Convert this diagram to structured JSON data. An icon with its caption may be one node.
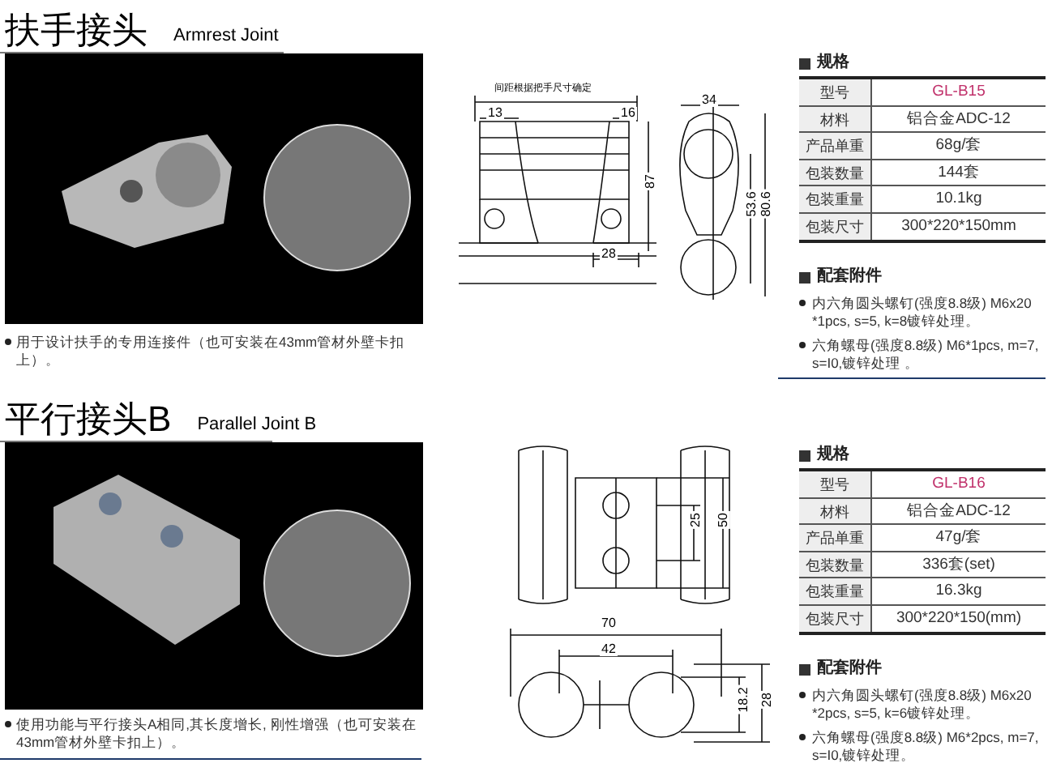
{
  "diagram": {
    "labels": [
      "扶手接头",
      "Armrest Joint",
      "用于设计扶手的专用连接件（也可安装在43mm管材外壁卡扣上）。",
      "间距根据把手尺寸确定",
      "13",
      "16",
      "87",
      "34",
      "28",
      "53.6",
      "80.6",
      "规格",
      "型号",
      "GL-B15",
      "材料",
      "铝合金ADC-12",
      "产品单重",
      "68g/套",
      "包装数量",
      "144套",
      "包装重量",
      "10.1kg",
      "包装尺寸",
      "300*220*150mm",
      "配套附件",
      "内六角圆头螺钉(强度8.8级) M6x20 *1pcs, s=5, k=8镀锌处理。",
      "六角螺母(强度8.8级) M6*1pcs, m=7, s=I0,镀锌处理 。",
      "平行接头B",
      "Parallel Joint B",
      "使用功能与平行接头A相同,其长度增长, 刚性增强（也可安装在43mm管材外壁卡扣上）。",
      "25",
      "50",
      "70",
      "42",
      "18.2",
      "28",
      "规格",
      "型号",
      "GL-B16",
      "材料",
      "铝合金ADC-12",
      "产品单重",
      "47g/套",
      "包装数量",
      "336套(set)",
      "包装重量",
      "16.3kg",
      "包装尺寸",
      "300*220*150(mm)",
      "配套附件",
      "内六角圆头螺钉(强度8.8级) M6x20 *2pcs, s=5, k=6镀锌处理。",
      "六角螺母(强度8.8级) M6*2pcs, m=7, s=I0,镀锌处理。"
    ]
  }
}
